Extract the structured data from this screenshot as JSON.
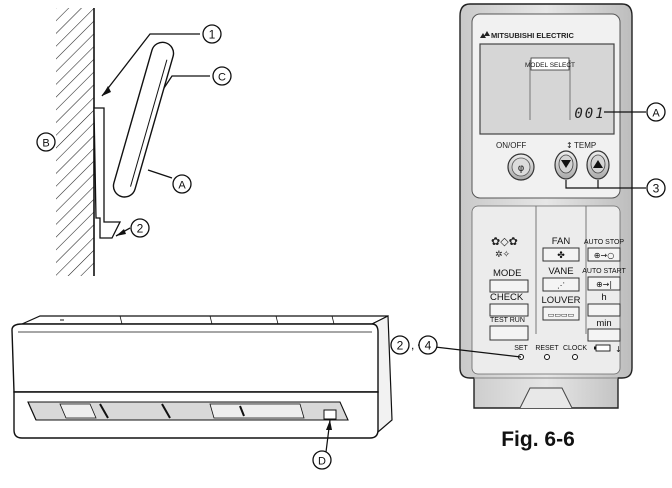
{
  "callouts": {
    "c1": "1",
    "c2": "2",
    "c3": "3",
    "c4": "4",
    "cA": "A",
    "cB": "B",
    "cC": "C",
    "cD": "D",
    "cA_remote": "A",
    "c2_remote": "2",
    "c4_remote": "4",
    "c3_remote": "3",
    "comma": ","
  },
  "remote": {
    "brand": "MITSUBISHI ELECTRIC",
    "model_select": "MODEL SELECT",
    "display_digits": "001",
    "on_off": "ON/OFF",
    "temp": "TEMP",
    "fan": "FAN",
    "vane": "VANE",
    "louver": "LOUVER",
    "mode": "MODE",
    "check": "CHECK",
    "test_run": "TEST RUN",
    "auto_stop": "AUTO STOP",
    "auto_start": "AUTO START",
    "h": "h",
    "min": "min",
    "set": "SET",
    "reset": "RESET",
    "clock": "CLOCK"
  },
  "figure_caption": "Fig. 6-6"
}
